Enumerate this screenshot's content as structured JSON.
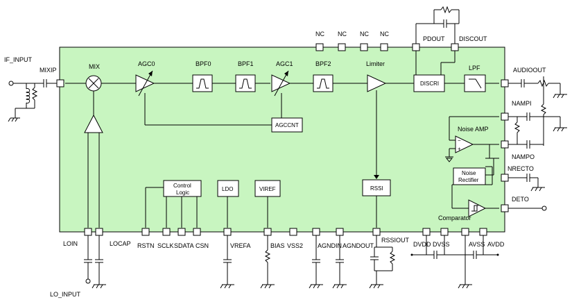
{
  "chip_color": "#c8f5c0",
  "pins": {
    "if_input": "IF_INPUT",
    "mixip": "MIXIP",
    "nc": "NC",
    "pdout": "PDOUT",
    "discout": "DISCOUT",
    "audioout": "AUDIOOUT",
    "nampi": "NAMPI",
    "nampo": "NAMPO",
    "nrecto": "NRECTO",
    "deto": "DETO",
    "loin": "LOIN",
    "locap": "LOCAP",
    "rstn": "RSTN",
    "sclk": "SCLK",
    "sdata": "SDATA",
    "csn": "CSN",
    "vrefa": "VREFA",
    "bias": "BIAS",
    "vss2": "VSS2",
    "agndin": "AGNDIN",
    "agndout": "AGNDOUT",
    "rssiout": "RSSIOUT",
    "dvdd": "DVDD",
    "dvss": "DVSS",
    "avss": "AVSS",
    "avdd": "AVDD",
    "lo_input": "LO_INPUT"
  },
  "blocks": {
    "mix": "MIX",
    "agc0": "AGC0",
    "bpf0": "BPF0",
    "bpf1": "BPF1",
    "agc1": "AGC1",
    "bpf2": "BPF2",
    "limiter": "Limiter",
    "discri": "DISCRI",
    "lpf": "LPF",
    "agccnt": "AGCCNT",
    "noise_amp": "Noise AMP",
    "noise_rectifier_1": "Noise",
    "noise_rectifier_2": "Rectifier",
    "comparator": "Comparator",
    "control_logic_1": "Control",
    "control_logic_2": "Logic",
    "ldo": "LDO",
    "viref": "VIREF",
    "rssi": "RSSI"
  }
}
